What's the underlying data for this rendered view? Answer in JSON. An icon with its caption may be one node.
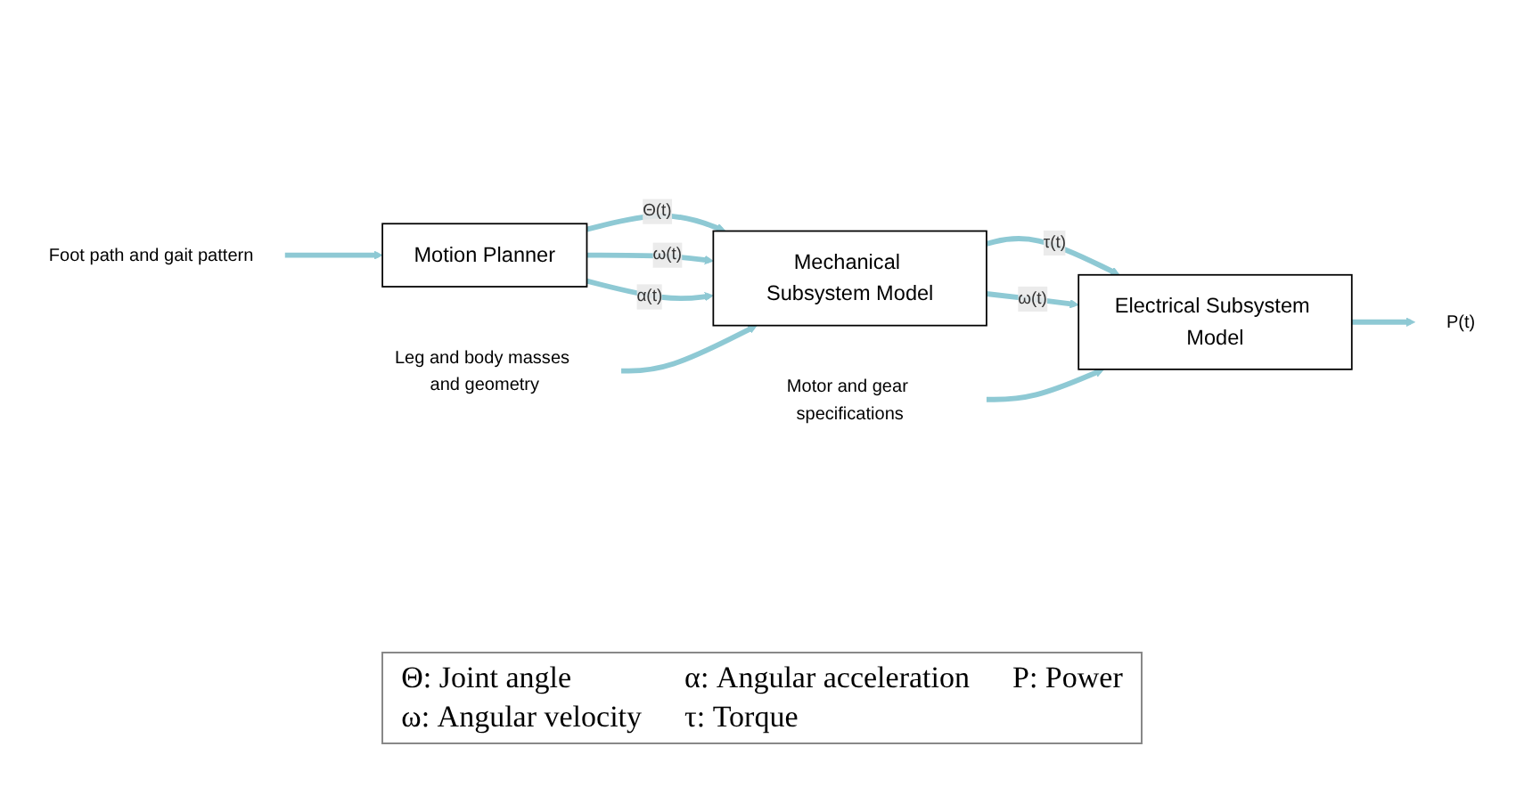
{
  "diagram": {
    "nodes": [
      {
        "text": [
          "Foot path and gait pattern"
        ]
      },
      {
        "text": [
          "Motion Planner"
        ]
      },
      {
        "text": [
          "Leg and body masses and geometry"
        ]
      },
      {
        "text": [
          "Mechanical Subsystem Model"
        ]
      },
      {
        "text": [
          "Motor and gear specifications"
        ]
      },
      {
        "text": [
          "Electrical Subsystem Model"
        ]
      },
      {
        "text": [
          "P(t)"
        ]
      }
    ],
    "edges": [
      {
        "from": 0,
        "to": 1,
        "arrow": "to"
      },
      {
        "from": 1,
        "to": 3,
        "arrow": "to",
        "label": "Θ(t)"
      },
      {
        "from": 1,
        "to": 3,
        "arrow": "to",
        "label": "ω(t)"
      },
      {
        "from": 1,
        "to": 3,
        "arrow": "to",
        "label": "α(t)"
      },
      {
        "from": 2,
        "to": 3,
        "arrow": "to"
      },
      {
        "from": 3,
        "to": 5,
        "arrow": "to",
        "label": "τ(t)"
      },
      {
        "from": 3,
        "to": 5,
        "arrow": "to",
        "label": "ω(t)"
      },
      {
        "from": 4,
        "to": 5,
        "arrow": "to"
      },
      {
        "from": 5,
        "to": 6,
        "arrow": "to"
      }
    ],
    "labels": [
      "Θ: Joint angle",
      "α: Angular acceleration",
      "P: Power",
      "ω: Angular velocity",
      "τ: Torque"
    ]
  }
}
